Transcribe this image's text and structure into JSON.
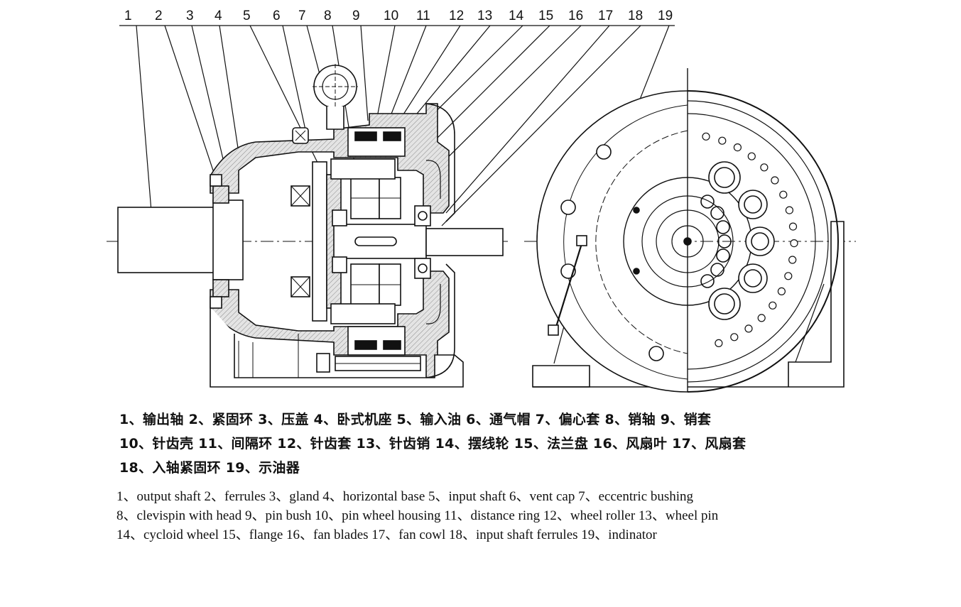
{
  "callout_numbers": [
    "1",
    "2",
    "3",
    "4",
    "5",
    "6",
    "7",
    "8",
    "9",
    "10",
    "11",
    "12",
    "13",
    "14",
    "15",
    "16",
    "17",
    "18",
    "19"
  ],
  "caption_cn": [
    "1、输出轴 2、紧固环 3、压盖 4、卧式机座 5、输入油 6、通气帽 7、偏心套 8、销轴 9、销套",
    "10、针齿壳 11、间隔环 12、针齿套 13、针齿销 14、摆线轮 15、法兰盘 16、风扇叶 17、风扇套",
    "18、入轴紧固环 19、示油器"
  ],
  "caption_en": [
    "1、output shaft  2、ferrules   3、gland  4、horizontal base   5、input shaft  6、vent cap  7、eccentric bushing",
    "8、clevispin with head  9、pin bush  10、pin wheel housing  11、distance ring  12、wheel roller  13、wheel pin",
    "14、cycloid wheel   15、flange   16、fan blades  17、fan cowl   18、input shaft ferrules   19、indinator"
  ]
}
